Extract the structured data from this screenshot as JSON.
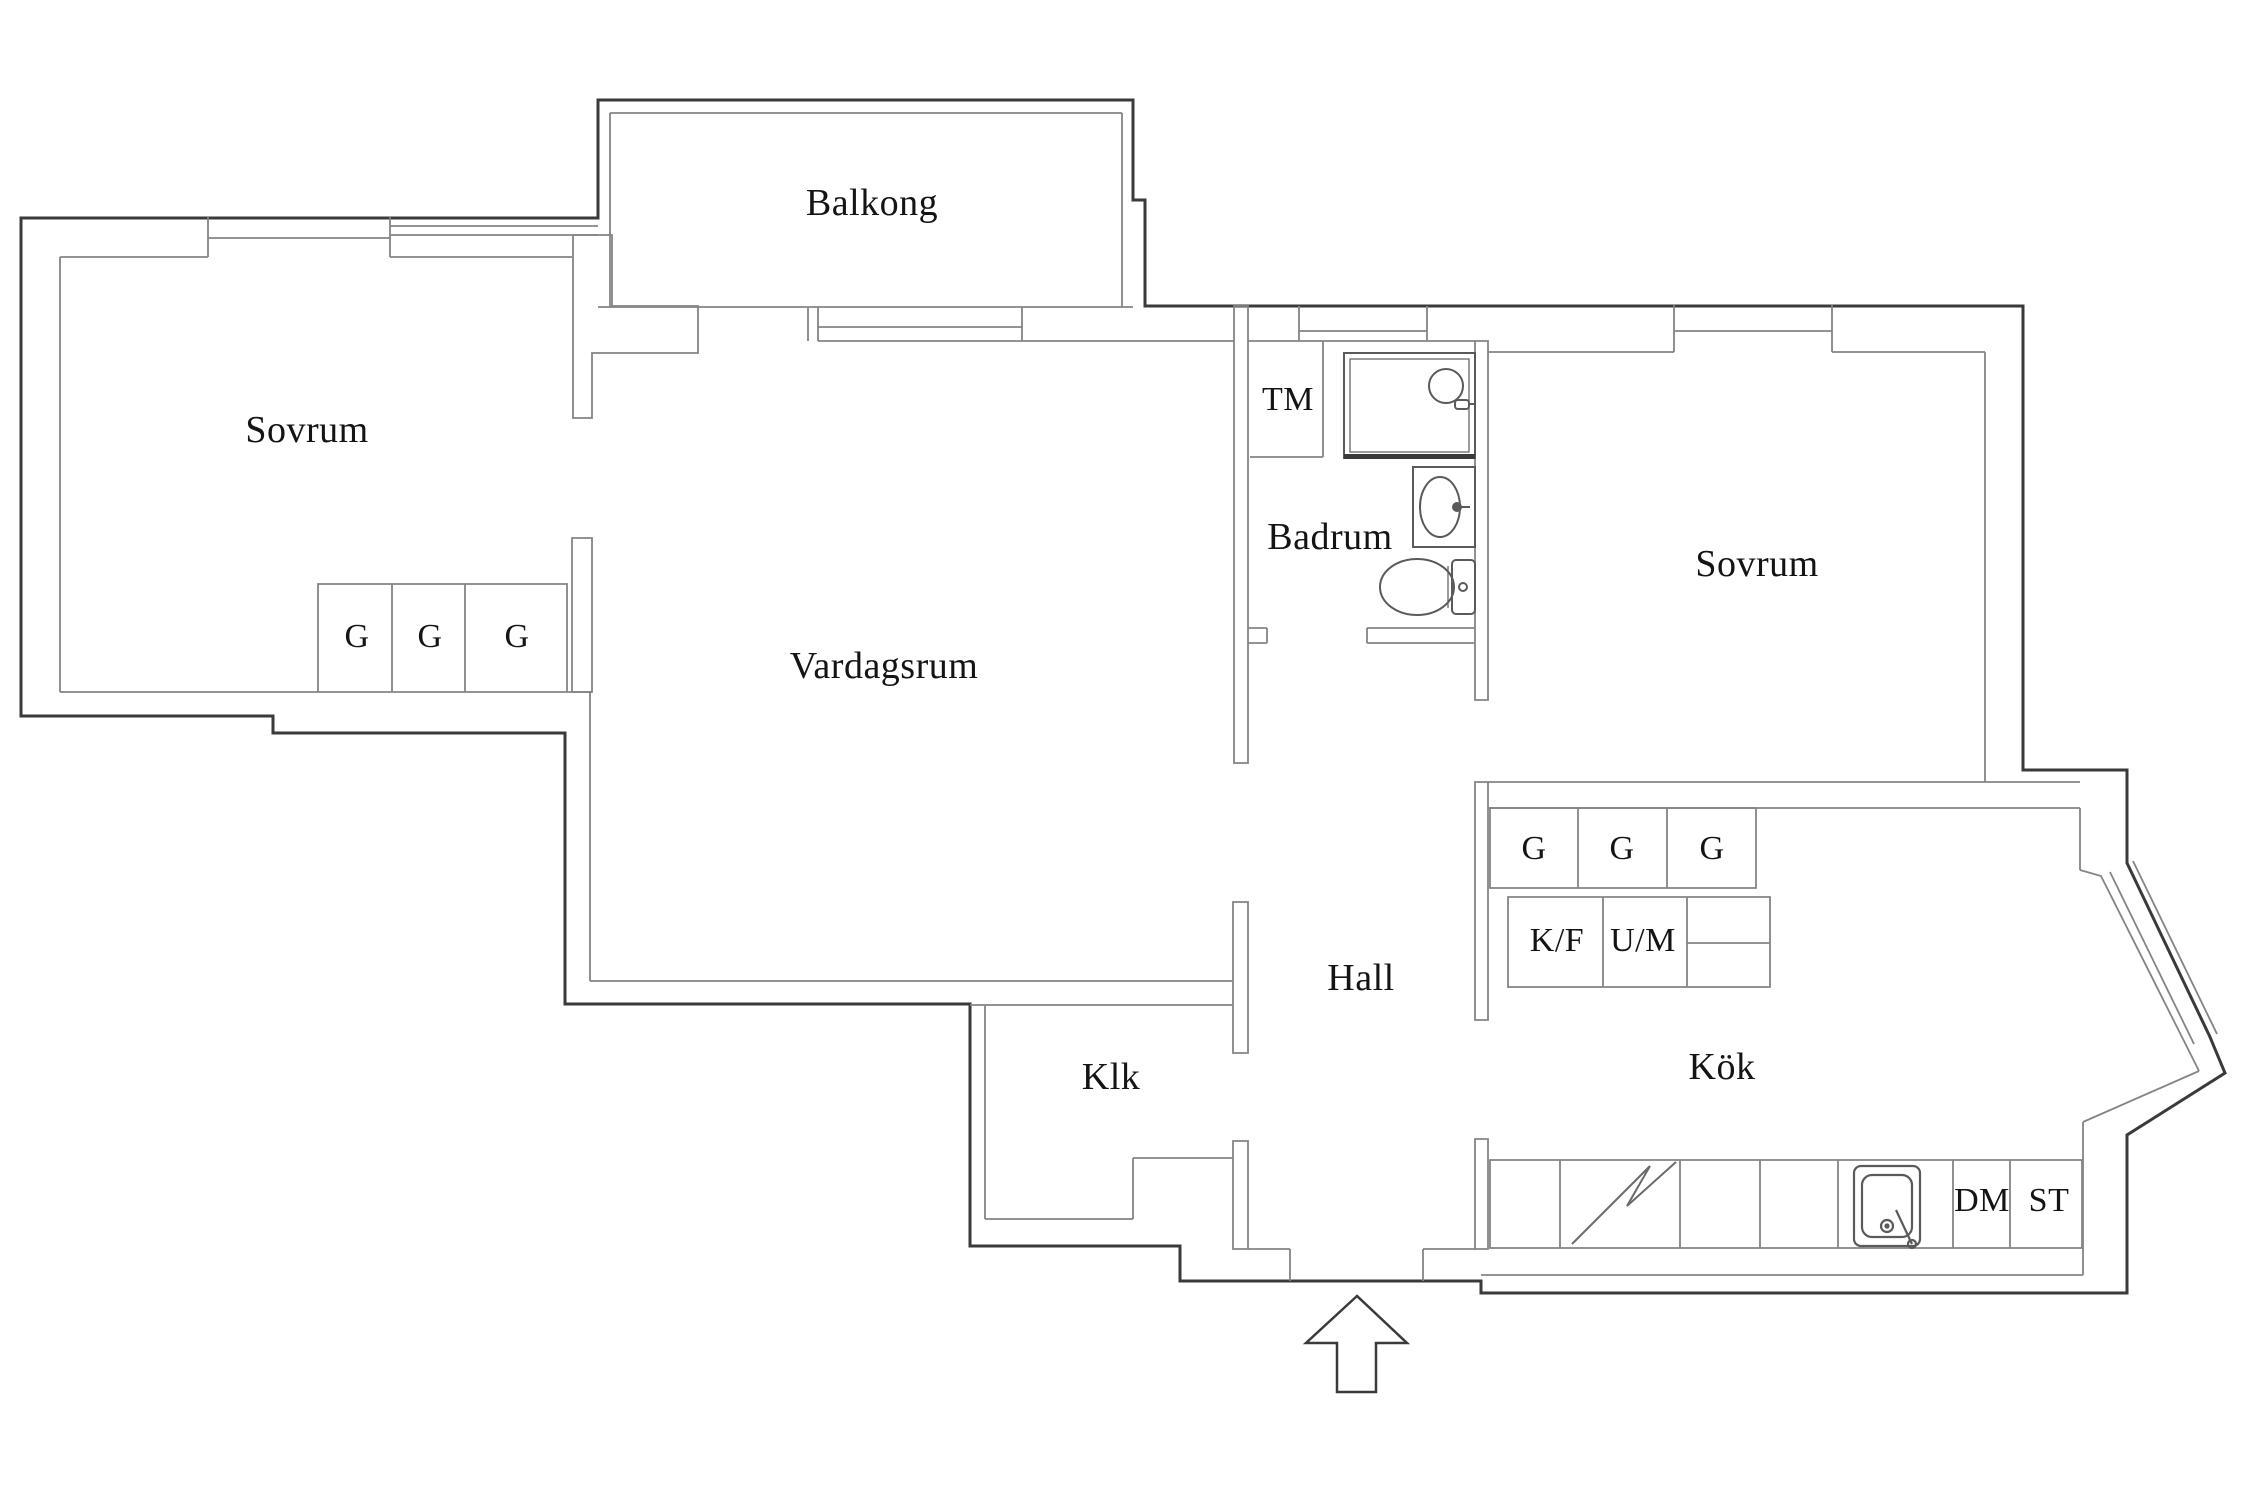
{
  "document": {
    "type": "apartment floor plan",
    "language": "Swedish"
  },
  "labels": {
    "balkong": "Balkong",
    "sovrum_left": "Sovrum",
    "sovrum_right": "Sovrum",
    "vardagsrum": "Vardagsrum",
    "badrum": "Badrum",
    "hall": "Hall",
    "klk": "Klk",
    "kok": "Kök",
    "tm": "TM",
    "g": "G",
    "kf": "K/F",
    "um": "U/M",
    "dm": "DM",
    "st": "ST"
  },
  "icons": {
    "entry_arrow": "up-arrow entry marker",
    "stove": "electric stove zigzag symbol",
    "kitchen_sink": "kitchen sink",
    "shower": "shower with shower head",
    "washbasin": "washbasin",
    "toilet": "toilet"
  },
  "colors": {
    "outer_wall": "#3a3a3a",
    "inner_wall": "#848484",
    "fixture": "#5a5a5a",
    "text": "#141414",
    "background": "#ffffff"
  }
}
